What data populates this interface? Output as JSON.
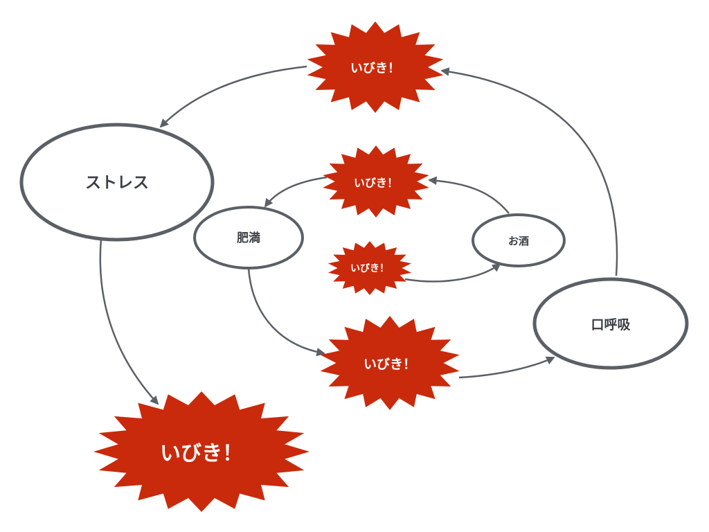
{
  "colors": {
    "burst": "#c92a0b",
    "stroke": "#5b5f66",
    "node_text": "#3b3f45",
    "burst_text": "#ffffff"
  },
  "nodes": {
    "stress": "ストレス",
    "obesity": "肥満",
    "alcohol": "お酒",
    "mouth_breathing": "口呼吸"
  },
  "bursts": {
    "top": "いびき！",
    "upper_middle": "いびき！",
    "center_small": "いびき！",
    "lower_middle": "いびき！",
    "bottom_large": "いびき！"
  }
}
